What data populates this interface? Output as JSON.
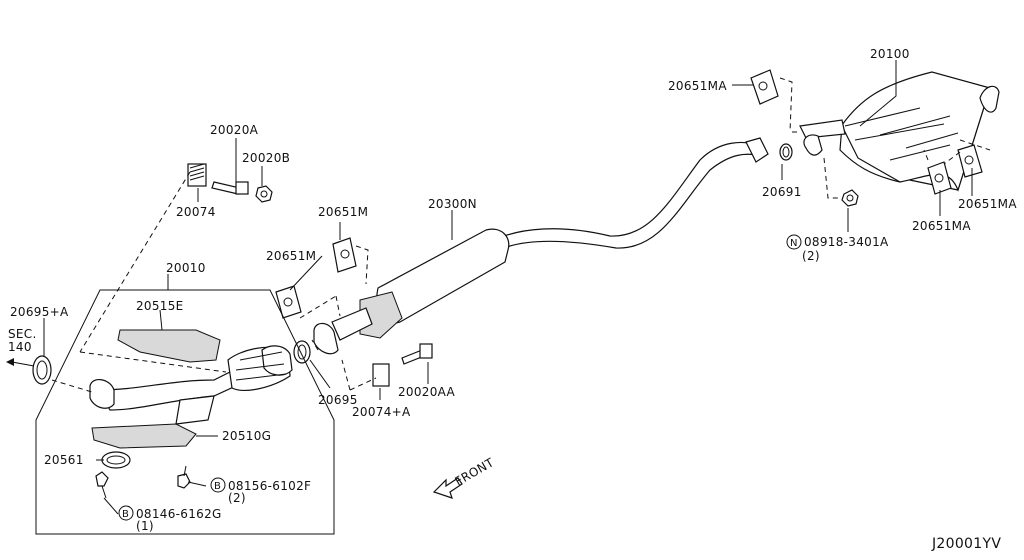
{
  "diagram_id": "J20001YV",
  "direction_label": "FRONT",
  "section_ref": {
    "line1": "SEC.",
    "line2": "140"
  },
  "callouts": [
    {
      "key": "c20100",
      "text": "20100"
    },
    {
      "key": "c20651MA_top",
      "text": "20651MA"
    },
    {
      "key": "c20691",
      "text": "20691"
    },
    {
      "key": "c08918",
      "text": "08918-3401A"
    },
    {
      "key": "c08918_qty",
      "text": "(2)"
    },
    {
      "key": "c20651MA_r1",
      "text": "20651MA"
    },
    {
      "key": "c20651MA_r2",
      "text": "20651MA"
    },
    {
      "key": "c20300N",
      "text": "20300N"
    },
    {
      "key": "c20651M_a",
      "text": "20651M"
    },
    {
      "key": "c20651M_b",
      "text": "20651M"
    },
    {
      "key": "c20020A",
      "text": "20020A"
    },
    {
      "key": "c20020B",
      "text": "20020B"
    },
    {
      "key": "c20074",
      "text": "20074"
    },
    {
      "key": "c20010",
      "text": "20010"
    },
    {
      "key": "c20515E",
      "text": "20515E"
    },
    {
      "key": "c20695A",
      "text": "20695+A"
    },
    {
      "key": "c20695",
      "text": "20695"
    },
    {
      "key": "c20074A",
      "text": "20074+A"
    },
    {
      "key": "c20020AA",
      "text": "20020AA"
    },
    {
      "key": "c20510G",
      "text": "20510G"
    },
    {
      "key": "c20561",
      "text": "20561"
    },
    {
      "key": "c08156",
      "text": "08156-6102F"
    },
    {
      "key": "c08156_qty",
      "text": "(2)"
    },
    {
      "key": "c08146",
      "text": "08146-6162G"
    },
    {
      "key": "c08146_qty",
      "text": "(1)"
    }
  ],
  "markers": {
    "bolt": "B",
    "nut": "N"
  }
}
